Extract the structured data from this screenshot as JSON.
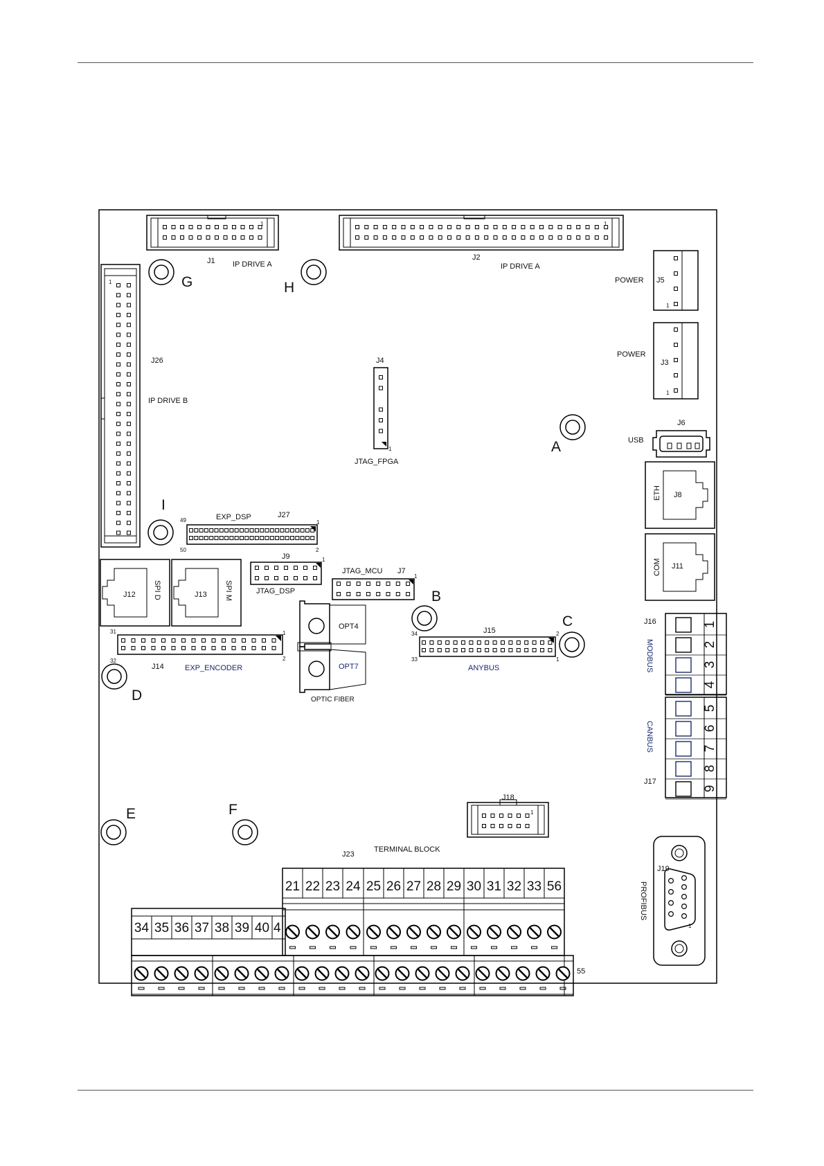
{
  "diagram": {
    "connectors": {
      "j1": {
        "ref": "J1",
        "name": "IP DRIVE A",
        "pin1": "1"
      },
      "j2": {
        "ref": "J2",
        "name": "IP DRIVE A",
        "pin1": "1"
      },
      "j5": {
        "ref": "J5",
        "name": "POWER",
        "pin1": "1"
      },
      "j3": {
        "ref": "J3",
        "name": "POWER",
        "pin1": "1"
      },
      "j26": {
        "ref": "J26",
        "name": "IP DRIVE B",
        "pin1": "1"
      },
      "j4": {
        "ref": "J4",
        "name": "JTAG_FPGA",
        "pin1": "1"
      },
      "j6": {
        "ref": "J6",
        "name": "USB"
      },
      "j8": {
        "ref": "J8",
        "name": "ETH"
      },
      "j11": {
        "ref": "J11",
        "name": "COM"
      },
      "j27": {
        "ref": "J27",
        "name": "EXP_DSP",
        "pins": [
          "49",
          "1",
          "50",
          "2"
        ]
      },
      "j9": {
        "ref": "J9",
        "name": "JTAG_DSP",
        "pin1": "1"
      },
      "j7": {
        "ref": "J7",
        "name": "JTAG_MCU",
        "pin1": "1"
      },
      "j12": {
        "ref": "J12",
        "name": "SPI D"
      },
      "j13": {
        "ref": "J13",
        "name": "SPI M"
      },
      "j14": {
        "ref": "J14",
        "name": "EXP_ENCODER",
        "pins": [
          "31",
          "1",
          "32",
          "2"
        ]
      },
      "j15": {
        "ref": "J15",
        "name": "ANYBUS",
        "pins": [
          "34",
          "2",
          "33",
          "1"
        ]
      },
      "optic": {
        "name": "OPTIC FIBER",
        "opt4": "OPT4",
        "opt7": "OPT7"
      },
      "j16": {
        "ref": "J16",
        "name": "MODBUS",
        "terminals": [
          "1",
          "2",
          "3",
          "4"
        ]
      },
      "j17": {
        "ref": "J17",
        "name": "CANBUS",
        "terminals": [
          "5",
          "6",
          "7",
          "8",
          "9"
        ]
      },
      "j18": {
        "ref": "J18",
        "pin1": "1"
      },
      "j19": {
        "ref": "J19",
        "name": "PROFIBUS",
        "pin1": "1"
      },
      "j23": {
        "ref": "J23",
        "name": "TERMINAL BLOCK",
        "upper_row": [
          "21",
          "22",
          "23",
          "24",
          "25",
          "26",
          "27",
          "28",
          "29",
          "30",
          "31",
          "32",
          "33",
          "56"
        ],
        "lower_row": [
          "34",
          "35",
          "36",
          "37",
          "38",
          "39",
          "40",
          "4"
        ],
        "end_label": "55"
      }
    },
    "holes": [
      "A",
      "B",
      "C",
      "D",
      "E",
      "F",
      "G",
      "H",
      "I"
    ]
  }
}
